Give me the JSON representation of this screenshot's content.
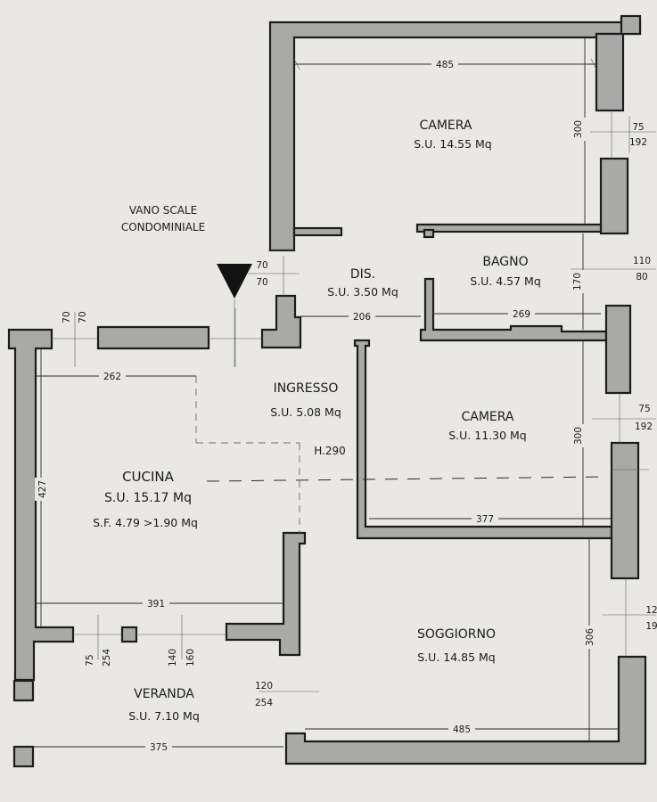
{
  "rooms": {
    "camera1": {
      "name": "CAMERA",
      "area": "S.U. 14.55 Mq"
    },
    "bagno": {
      "name": "BAGNO",
      "area": "S.U. 4.57 Mq"
    },
    "dis": {
      "name": "DIS.",
      "area": "S.U. 3.50 Mq"
    },
    "ingresso": {
      "name": "INGRESSO",
      "area": "S.U. 5.08 Mq"
    },
    "camera2": {
      "name": "CAMERA",
      "area": "S.U. 11.30 Mq"
    },
    "cucina": {
      "name": "CUCINA",
      "area": "S.U. 15.17 Mq",
      "sf": "S.F. 4.79 >1.90 Mq"
    },
    "soggiorno": {
      "name": "SOGGIORNO",
      "area": "S.U. 14.85 Mq"
    },
    "veranda": {
      "name": "VERANDA",
      "area": "S.U. 7.10 Mq"
    }
  },
  "labels": {
    "vano_scale_1": "VANO SCALE",
    "vano_scale_2": "CONDOMINIALE",
    "height": "H.290"
  },
  "dims": {
    "camera1_width": "485",
    "camera1_height": "300",
    "win_camera1_a": "75",
    "win_camera1_b": "192",
    "bagno_width": "269",
    "bagno_height": "170",
    "win_bagno_a": "110",
    "win_bagno_b": "80",
    "dis_width": "206",
    "door_ingresso_a": "70",
    "door_ingresso_b": "70",
    "win_cucina_a": "70",
    "win_cucina_b": "70",
    "cucina_top": "262",
    "cucina_height": "427",
    "cucina_bottom": "391",
    "camera2_width": "377",
    "camera2_height": "300",
    "win_camera2_a": "75",
    "win_camera2_b": "192",
    "soggiorno_height": "306",
    "soggiorno_width": "485",
    "win_sogg_a": "12",
    "win_sogg_b": "19",
    "win_ver_a": "75",
    "win_ver_b": "254",
    "win_ver_c": "140",
    "win_ver_d": "160",
    "door_ver_a": "120",
    "door_ver_b": "254",
    "veranda_width": "375"
  }
}
